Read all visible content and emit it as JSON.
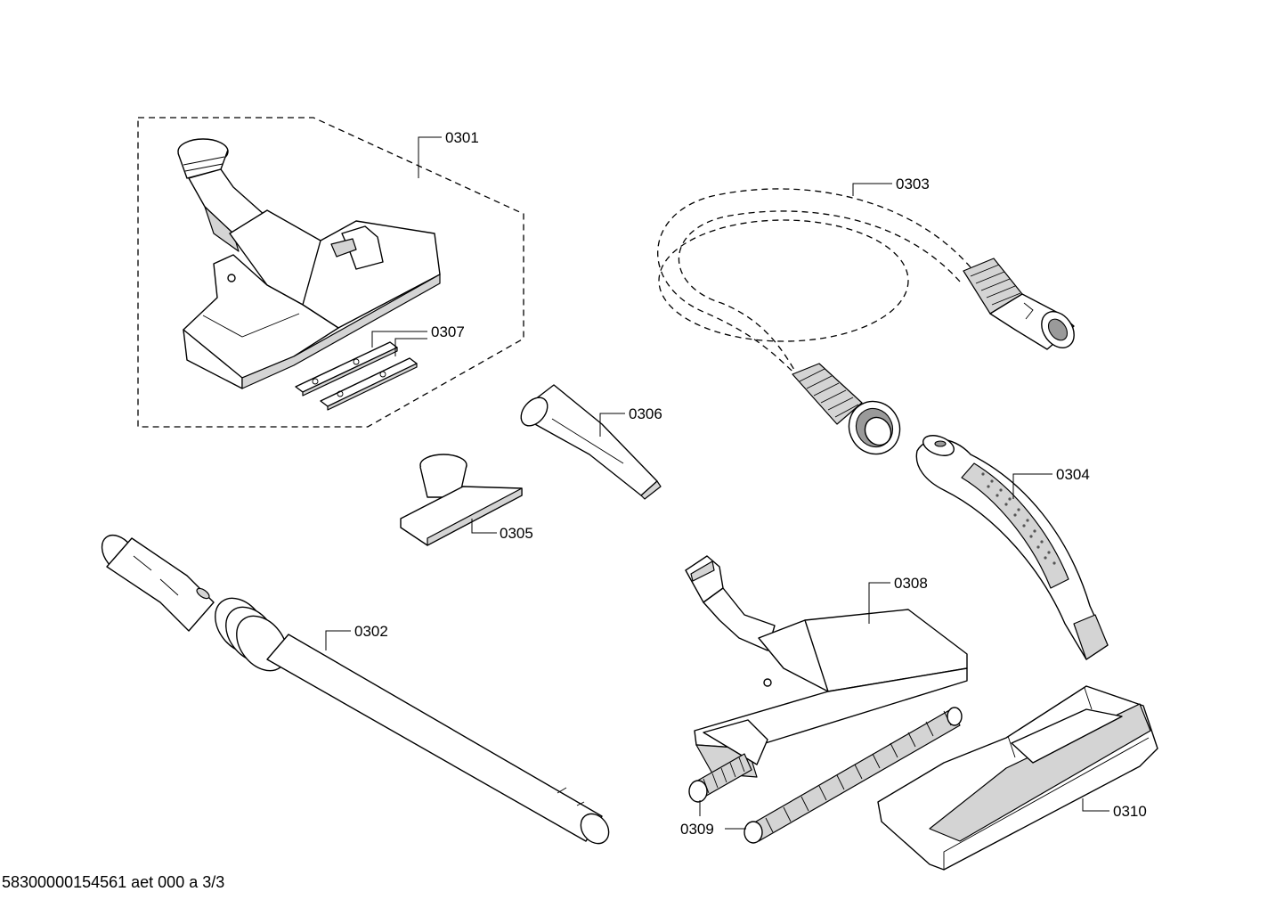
{
  "document_id": "58300000154561 aet 000 a 3/3",
  "parts": [
    {
      "id": "floor-nozzle",
      "number": "0301"
    },
    {
      "id": "extension-tube",
      "number": "0302"
    },
    {
      "id": "suction-hose",
      "number": "0303"
    },
    {
      "id": "hose-handle",
      "number": "0304"
    },
    {
      "id": "upholstery-nozzle",
      "number": "0305"
    },
    {
      "id": "crevice-nozzle",
      "number": "0306"
    },
    {
      "id": "nozzle-strips",
      "number": "0307"
    },
    {
      "id": "turbo-floor-nozzle",
      "number": "0308"
    },
    {
      "id": "brush-rollers",
      "number": "0309"
    },
    {
      "id": "nozzle-base-plate",
      "number": "0310"
    }
  ],
  "colors": {
    "line": "#000000",
    "fill": "#ffffff",
    "shade": "#d4d4d4"
  }
}
